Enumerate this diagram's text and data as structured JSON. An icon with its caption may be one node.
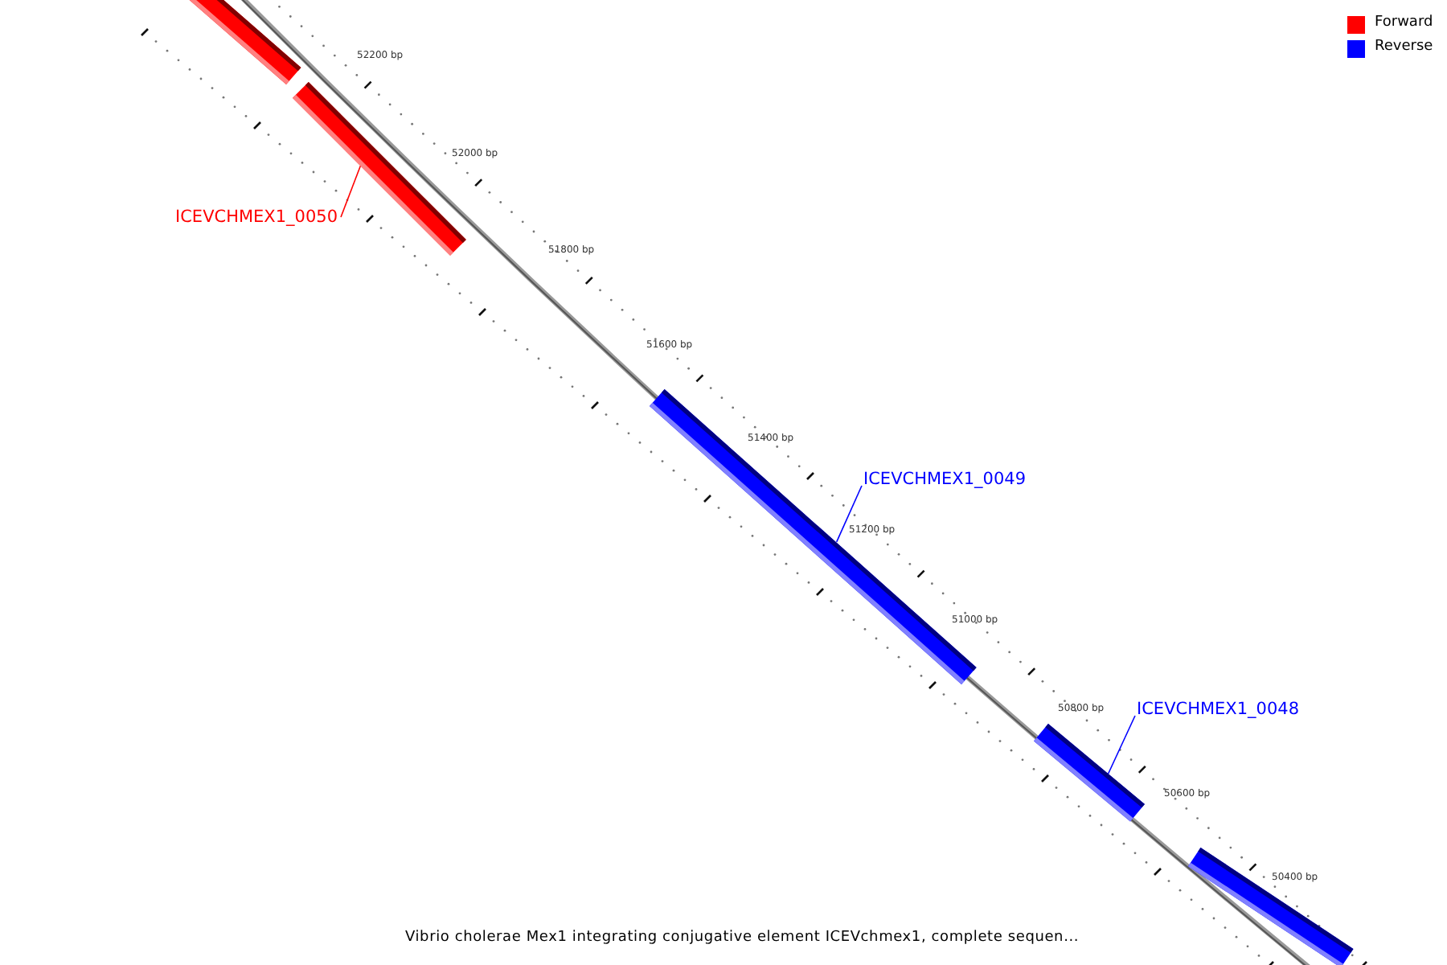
{
  "diagram": {
    "caption": "Vibrio cholerae Mex1 integrating conjugative element ICEVchmex1, complete sequen...",
    "nodes": [
      {
        "text": [],
        "shape": "bar"
      },
      {
        "text": [
          "ICEVCHMEX1_0050"
        ]
      },
      {
        "text": [],
        "shape": "bar"
      },
      {
        "text": [],
        "shape": "bar"
      },
      {
        "text": [
          "ICEVCHMEX1_0049"
        ]
      },
      {
        "text": [],
        "shape": "bar"
      },
      {
        "text": [
          "ICEVCHMEX1_0048"
        ]
      },
      {
        "text": [],
        "shape": "bar"
      }
    ],
    "edges": [
      {
        "from": 1,
        "to": 2,
        "arrow": "none",
        "color": "#ff0000"
      },
      {
        "from": 4,
        "to": 3,
        "arrow": "none"
      },
      {
        "from": 6,
        "to": 5,
        "arrow": "none"
      }
    ],
    "labels": [
      "52200 bp",
      "52000 bp",
      "51800 bp",
      "51600 bp",
      "51400 bp",
      "51200 bp",
      "51000 bp",
      "50800 bp",
      "50600 bp",
      "50400 bp"
    ],
    "legend": [
      {
        "text": "Forward",
        "color": "#ff0000"
      },
      {
        "text": "Reverse",
        "color": "#0000ff"
      }
    ]
  }
}
